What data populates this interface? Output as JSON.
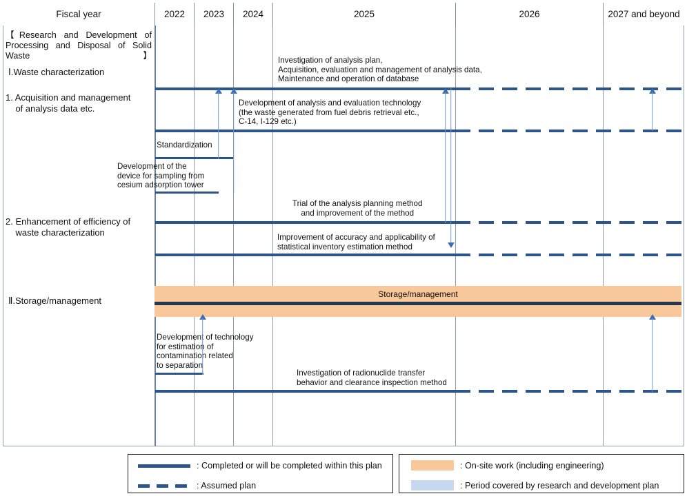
{
  "chart_data": {
    "type": "table",
    "title": "Research and Development of Processing and Disposal of Solid Waste — Roadmap",
    "header_label": "Fiscal year",
    "categories": [
      "2022",
      "2023",
      "2024",
      "2025",
      "2026",
      "2027 and beyond"
    ],
    "highlight_period": "2025",
    "row_groups": [
      {
        "heading": "【Research and Development of Processing and Disposal of Solid Waste】",
        "section": "Ⅰ.Waste characterization",
        "items": [
          {
            "label": "1. Acquisition and management\n    of analysis data etc.",
            "tasks": [
              {
                "note": "Investigation of analysis plan,\nAcquisition, evaluation and management of analysis data,\nMaintenance and operation of database",
                "solid_from": "2022",
                "solid_to": "2026",
                "dashed_to": "2027 and beyond"
              },
              {
                "note": "Development of analysis and evaluation technology\n(the waste generated from fuel debris retrieval etc.,\nC-14, I-129 etc.)",
                "solid_from": "2022",
                "solid_to": "2026",
                "dashed_to": "2027 and beyond"
              },
              {
                "note": "Standardization",
                "solid_from": "2023",
                "solid_to": "2024",
                "dashed_to": null
              },
              {
                "note": "Development of the\ndevice for sampling from\ncesium adsorption tower",
                "solid_from": "2023",
                "solid_to": "2024",
                "dashed_to": null
              }
            ]
          },
          {
            "label": "2. Enhancement of efficiency of\n    waste characterization",
            "tasks": [
              {
                "note": "Trial of the analysis planning method\nand improvement of the method",
                "solid_from": "2022",
                "solid_to": "2026",
                "dashed_to": "2027 and beyond"
              },
              {
                "note": "Improvement of accuracy and applicability of\nstatistical inventory estimation method",
                "solid_from": "2022",
                "solid_to": "2026",
                "dashed_to": "2027 and beyond"
              }
            ]
          }
        ]
      },
      {
        "heading": "",
        "section": "Ⅱ.Storage/management",
        "items": [
          {
            "label": "",
            "tasks": [
              {
                "note": "Storage/management",
                "kind": "on-site",
                "solid_from": "2022",
                "solid_to": "2027 and beyond",
                "dashed_to": null
              },
              {
                "note": "Development of technology\nfor estimation of\ncontamination related\nto separation",
                "solid_from": "2022",
                "solid_to": "2023",
                "dashed_to": null
              },
              {
                "note": "Investigation of radionuclide transfer\nbehavior and clearance inspection method",
                "solid_from": "2022",
                "solid_to": "2026",
                "dashed_to": "2027 and beyond"
              }
            ]
          }
        ]
      }
    ],
    "legend": {
      "solid": ": Completed or will be completed within this plan",
      "dashed": ": Assumed plan",
      "onsite": ": On-site work (including engineering)",
      "period": ": Period covered by research and development plan"
    },
    "colors": {
      "bar_solid": "#2c558c",
      "bar_navy": "#26374f",
      "highlight_band": "#c6d9f0",
      "onsite_band": "#f8c89a",
      "arrow": "#4a7ab5",
      "grid": "#8a9bb0"
    }
  }
}
